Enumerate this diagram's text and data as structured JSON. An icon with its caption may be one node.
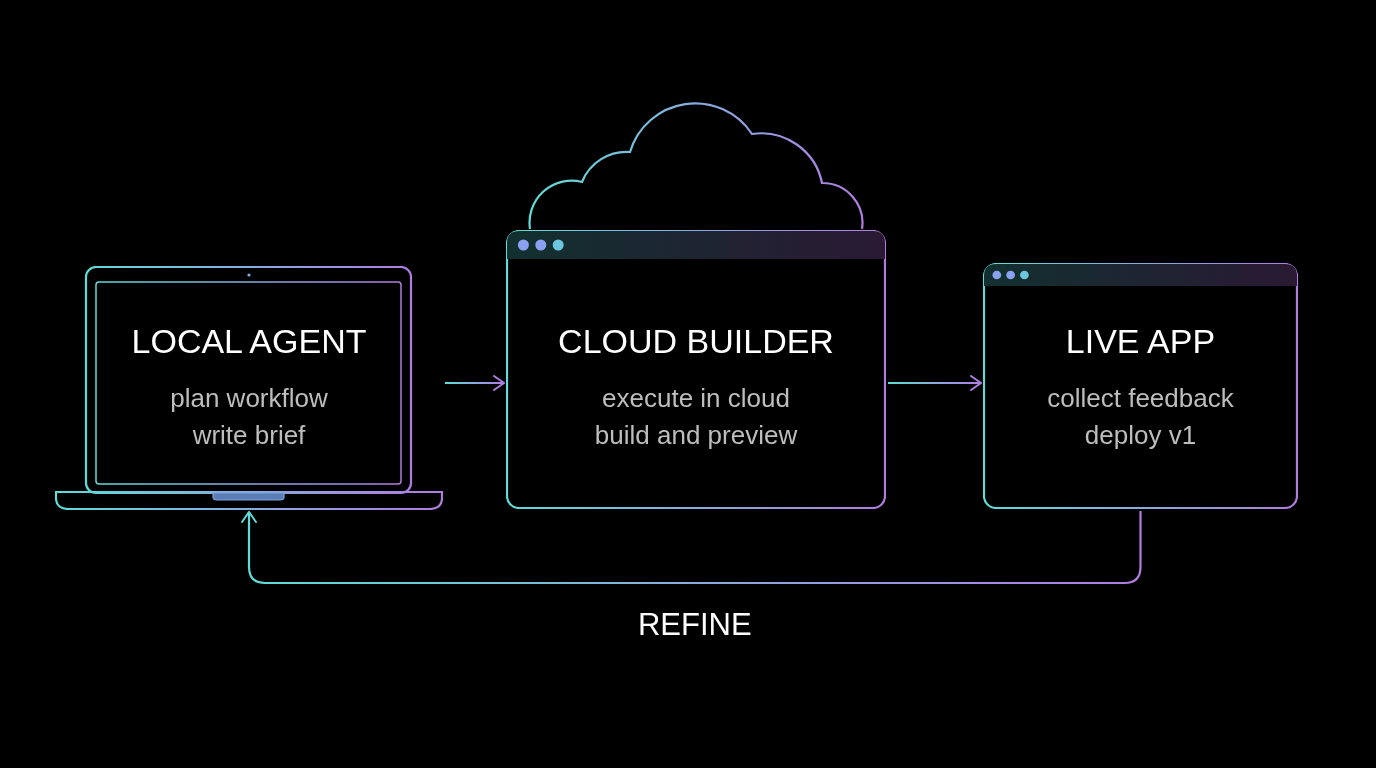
{
  "diagram": {
    "nodes": [
      {
        "text": [
          "LOCAL AGENT",
          "plan workflow",
          "write brief"
        ]
      },
      {
        "text": [
          "CLOUD BUILDER",
          "execute in cloud",
          "build and preview"
        ]
      },
      {
        "text": [
          "LIVE APP",
          "collect feedback",
          "deploy v1"
        ]
      }
    ],
    "edges": [
      {
        "from": 0,
        "to": 1,
        "arrow": "to"
      },
      {
        "from": 1,
        "to": 2,
        "arrow": "to"
      },
      {
        "from": 2,
        "to": 0,
        "arrow": "to",
        "label": "REFINE"
      }
    ]
  }
}
